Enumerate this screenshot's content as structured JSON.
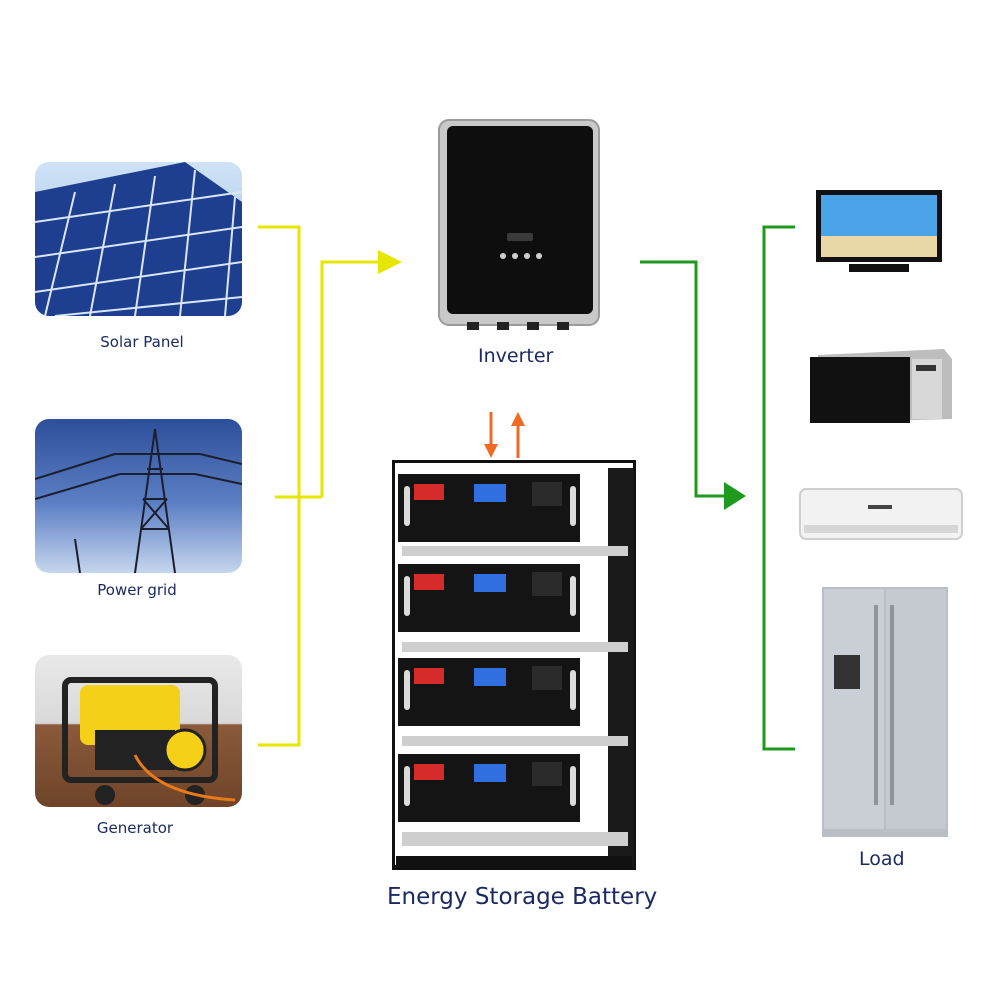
{
  "sources": [
    {
      "label": "Solar Panel",
      "icon": "solar-panel-icon"
    },
    {
      "label": "Power grid",
      "icon": "power-tower-icon"
    },
    {
      "label": "Generator",
      "icon": "generator-icon"
    }
  ],
  "inverter": {
    "label": "Inverter",
    "icon": "inverter-icon"
  },
  "battery": {
    "label": "Energy Storage Battery",
    "icon": "battery-rack-icon"
  },
  "load": {
    "label": "Load",
    "items": [
      {
        "icon": "tv-icon"
      },
      {
        "icon": "microwave-icon"
      },
      {
        "icon": "air-conditioner-icon"
      },
      {
        "icon": "refrigerator-icon"
      }
    ]
  },
  "colors": {
    "input_line": "#e6e600",
    "output_line": "#1f9a1f",
    "battery_arrows": "#ee6a25",
    "label_text": "#1c2a63"
  }
}
